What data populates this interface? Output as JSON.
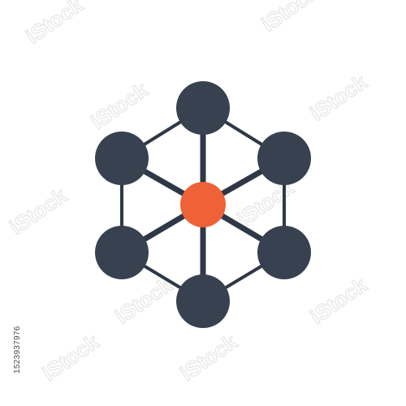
{
  "graphic": {
    "icon": "hexagonal-network-icon",
    "node_count": 6,
    "hub_count": 1,
    "colors": {
      "node": "#374150",
      "hub": "#EF6136",
      "line": "#2f3846",
      "background": "#ffffff"
    }
  },
  "watermark": {
    "text": "iStock",
    "color": "#e6e6e6"
  },
  "stock_id": "1523937976"
}
